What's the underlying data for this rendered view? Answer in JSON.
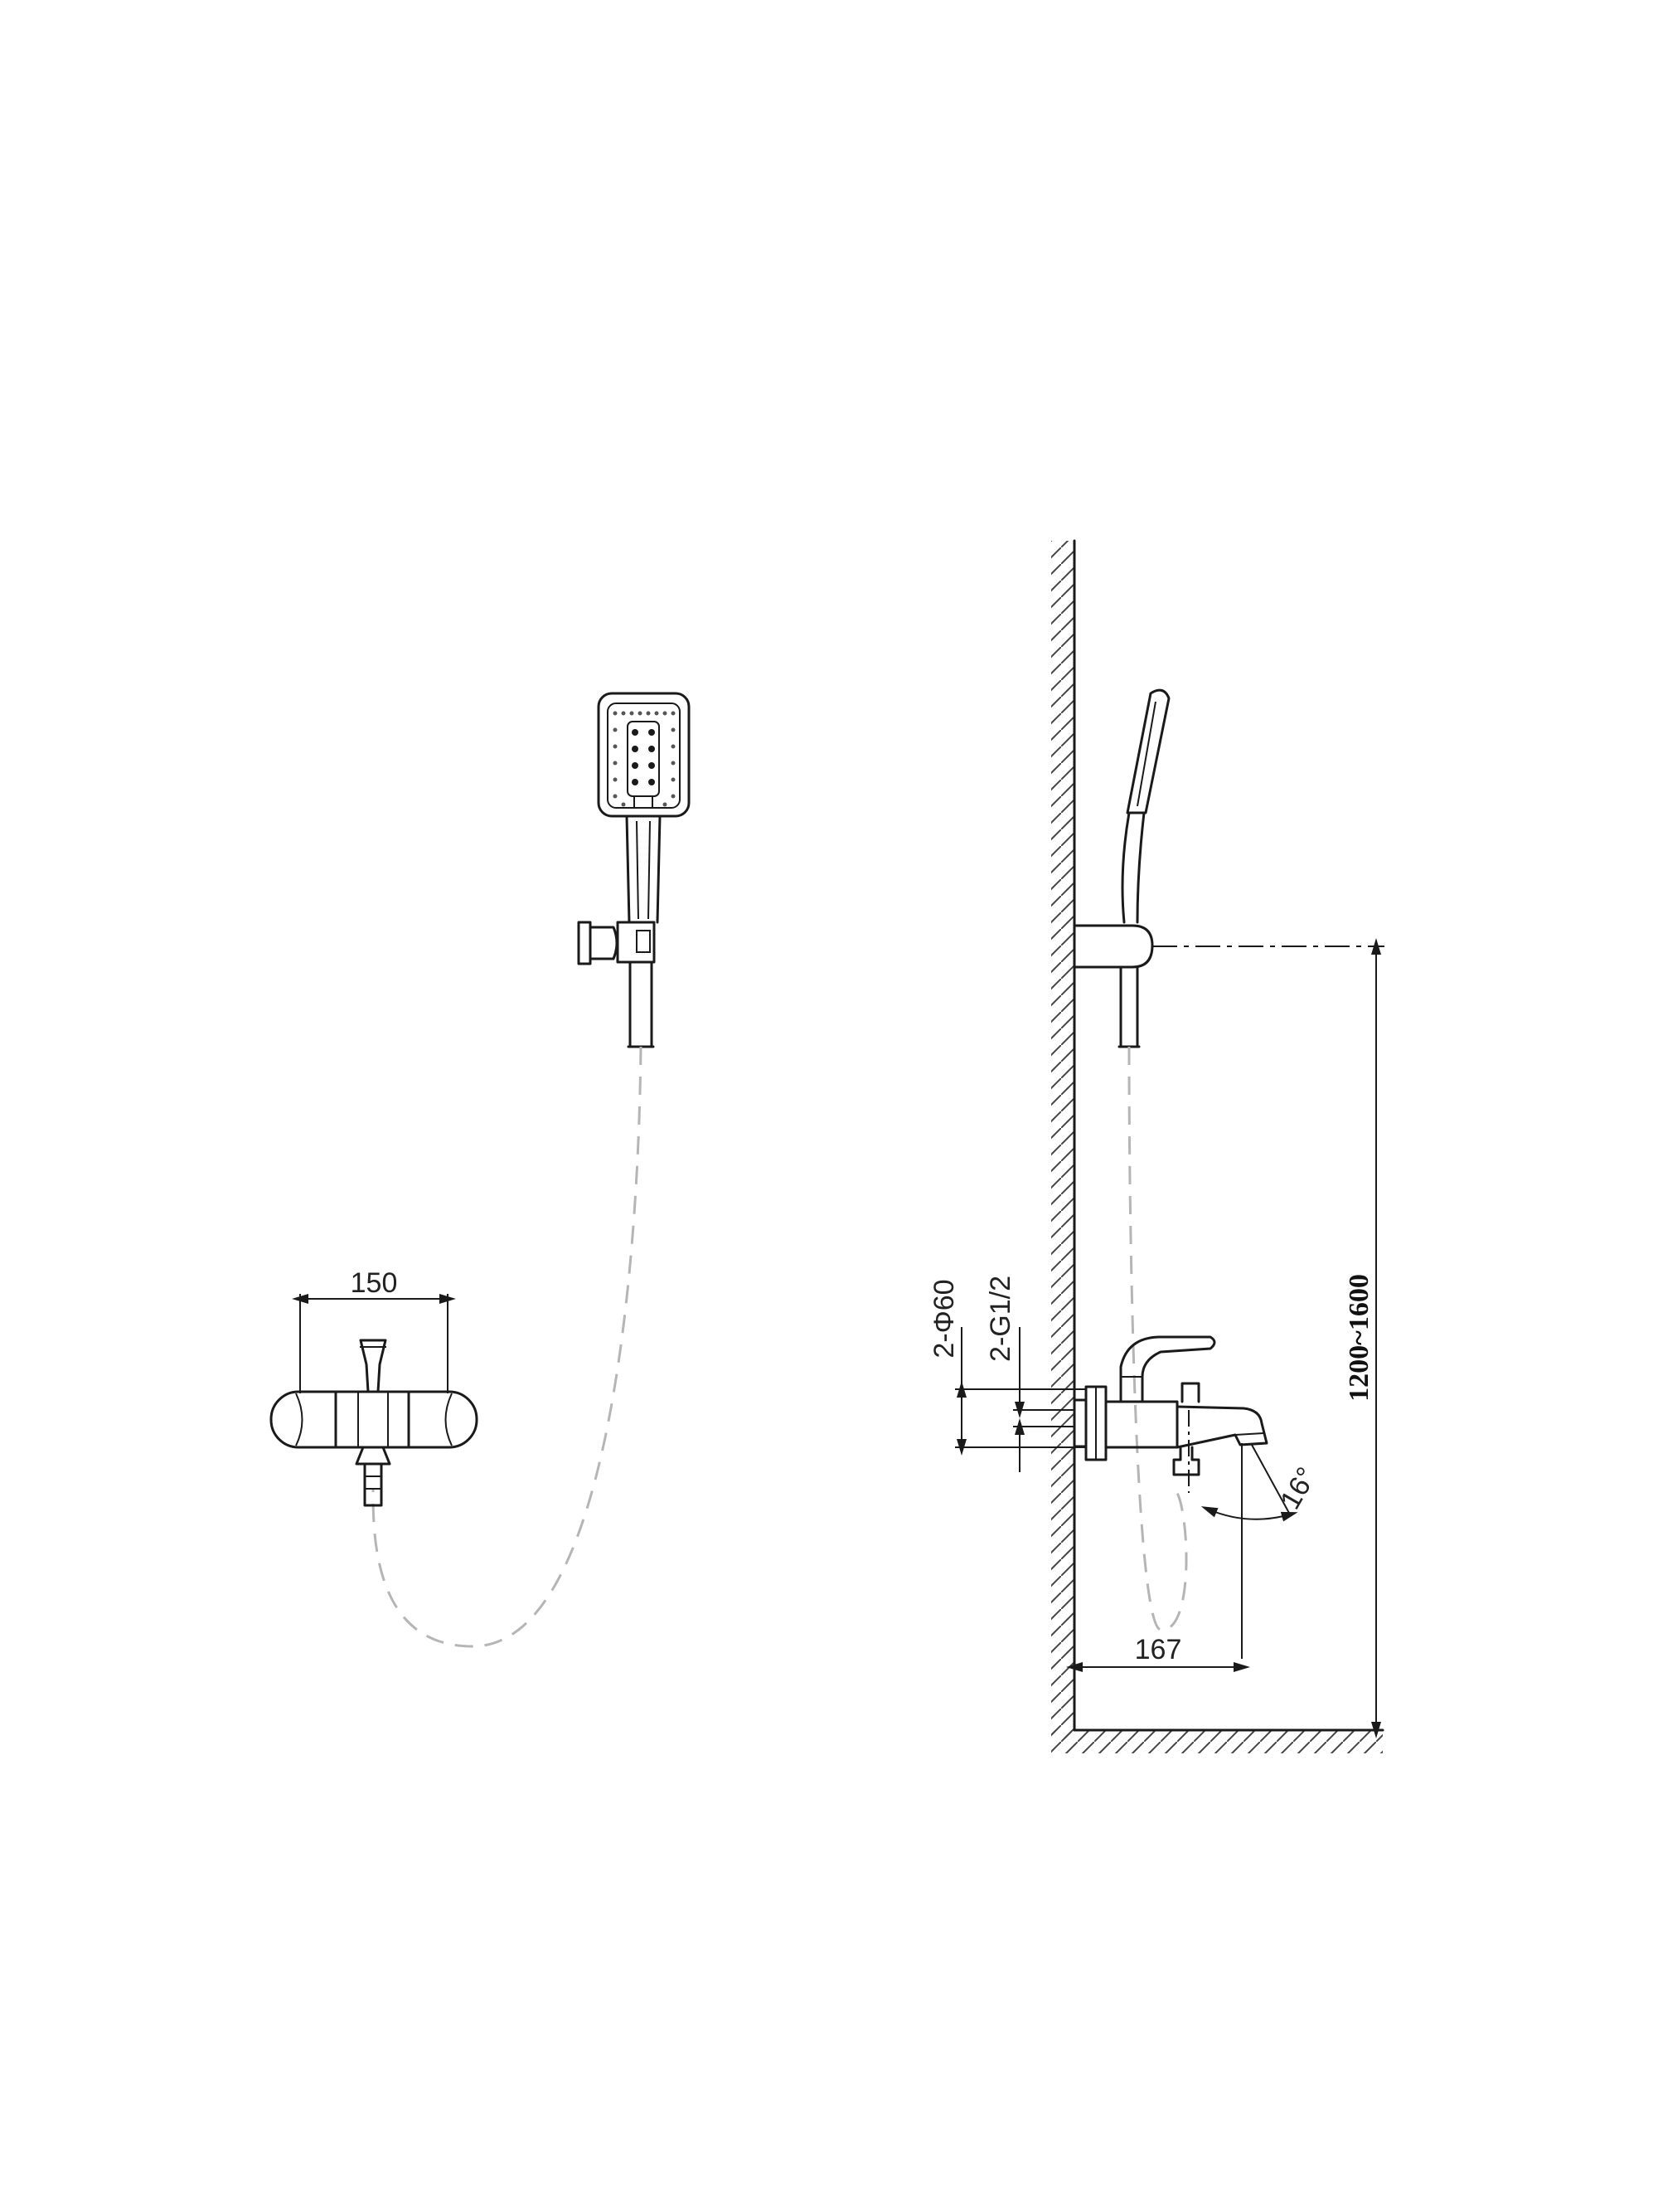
{
  "dimensions": {
    "mixer_center_spacing": "150",
    "spout_projection": "167",
    "cover_plate": "2-Φ60",
    "connection_thread": "2-G1/2",
    "spout_angle": "16°",
    "holder_height": "1200~1600"
  },
  "colors": {
    "line": "#1a1a1a",
    "hose_dash": "#b5b5b5",
    "background": "#ffffff"
  }
}
